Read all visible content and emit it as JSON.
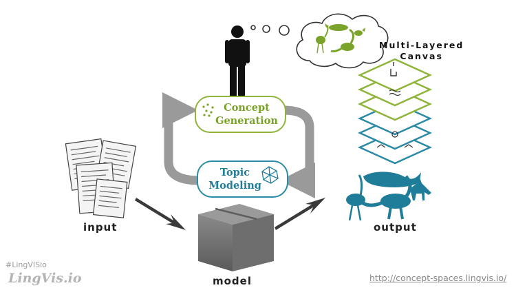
{
  "labels": {
    "input": "input",
    "model": "model",
    "output": "output",
    "canvas_line1": "Multi-Layered",
    "canvas_line2": "Canvas"
  },
  "process": {
    "concept_line1": "Concept",
    "concept_line2": "Generation",
    "topic_line1": "Topic",
    "topic_line2": "Modeling"
  },
  "footer": {
    "url": "http://concept-spaces.lingvis.io/",
    "brand_tag": "#LingVISio",
    "brand_logo": "LingVis.io"
  },
  "colors": {
    "green": "#8fb43a",
    "teal": "#2b8aa6",
    "arrow_gray": "#9a9a9a",
    "arrow_dark": "#3a3a3a",
    "box_gray": "#6e6e6e"
  }
}
